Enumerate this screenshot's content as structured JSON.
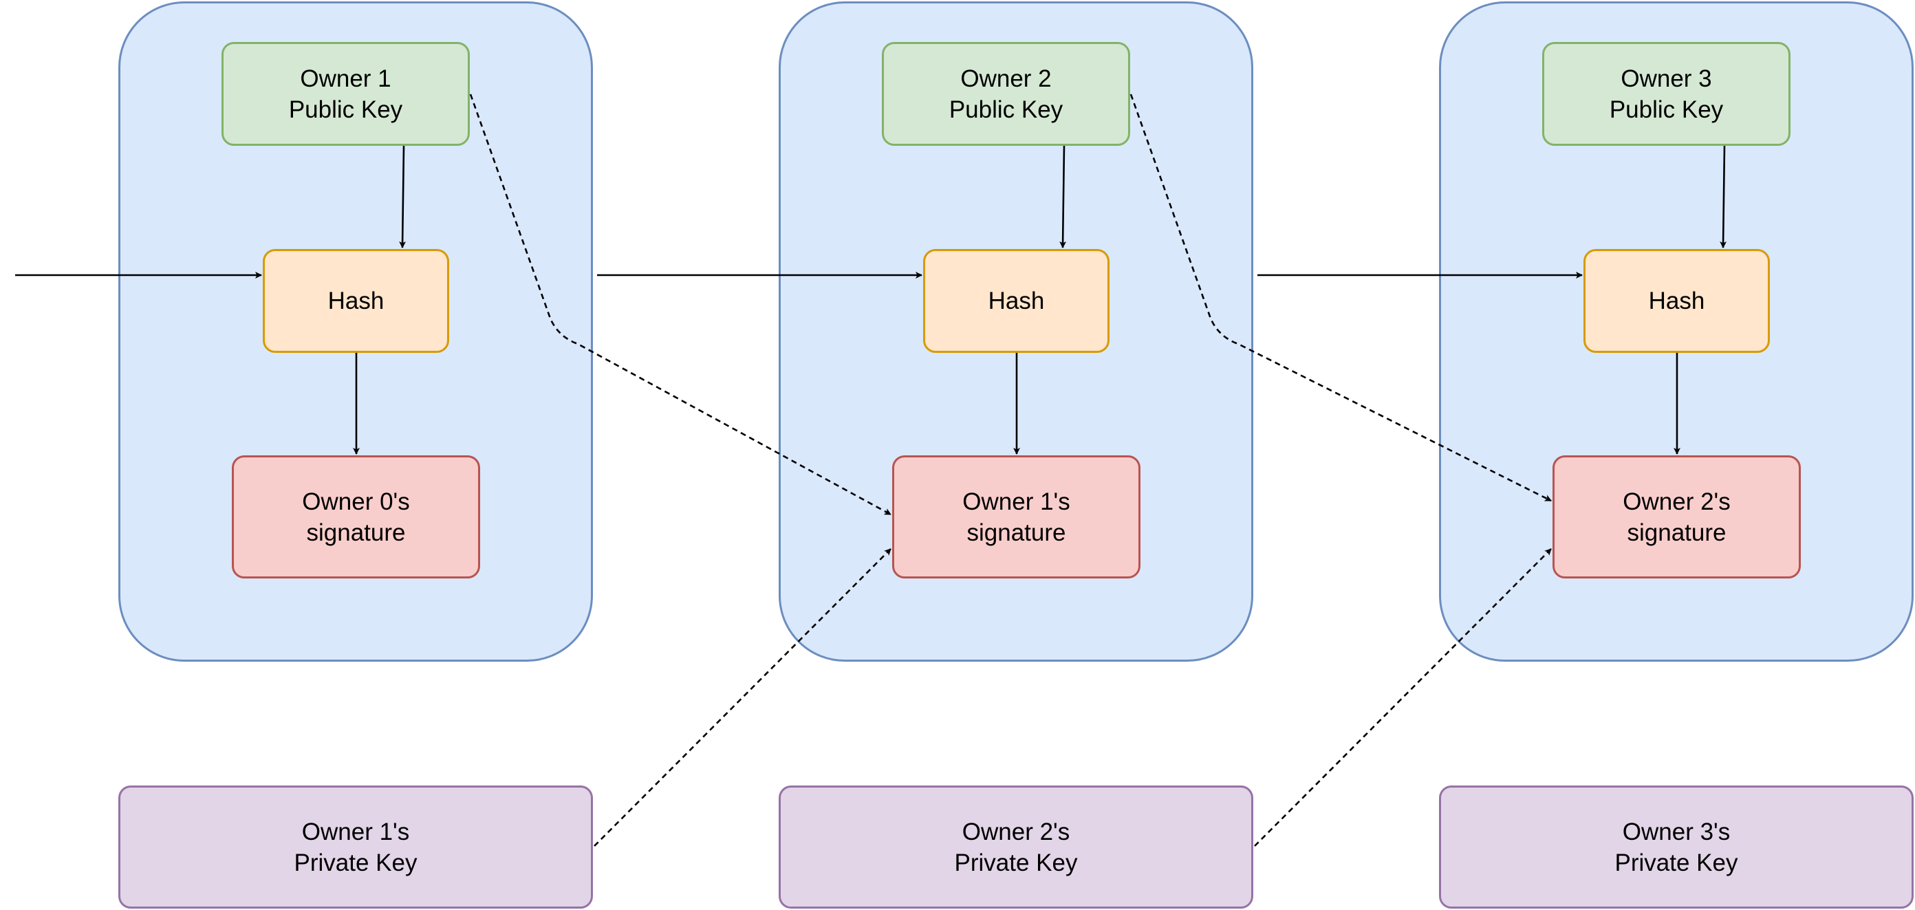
{
  "colors": {
    "container_fill": "#dae8fc",
    "container_stroke": "#6c8ebf",
    "public_key_fill": "#d5e8d4",
    "public_key_stroke": "#82b366",
    "hash_fill": "#ffe6cc",
    "hash_stroke": "#d79b00",
    "signature_fill": "#f8cecc",
    "signature_stroke": "#b85450",
    "private_key_fill": "#e1d5e7",
    "private_key_stroke": "#9673a6"
  },
  "transactions": [
    {
      "public_key": "Owner 1\nPublic Key",
      "hash": "Hash",
      "signature": "Owner 0's\nsignature",
      "private_key": "Owner 1's\nPrivate Key"
    },
    {
      "public_key": "Owner 2\nPublic Key",
      "hash": "Hash",
      "signature": "Owner 1's\nsignature",
      "private_key": "Owner 2's\nPrivate Key"
    },
    {
      "public_key": "Owner 3\nPublic Key",
      "hash": "Hash",
      "signature": "Owner 2's\nsignature",
      "private_key": "Owner 3's\nPrivate Key"
    }
  ]
}
